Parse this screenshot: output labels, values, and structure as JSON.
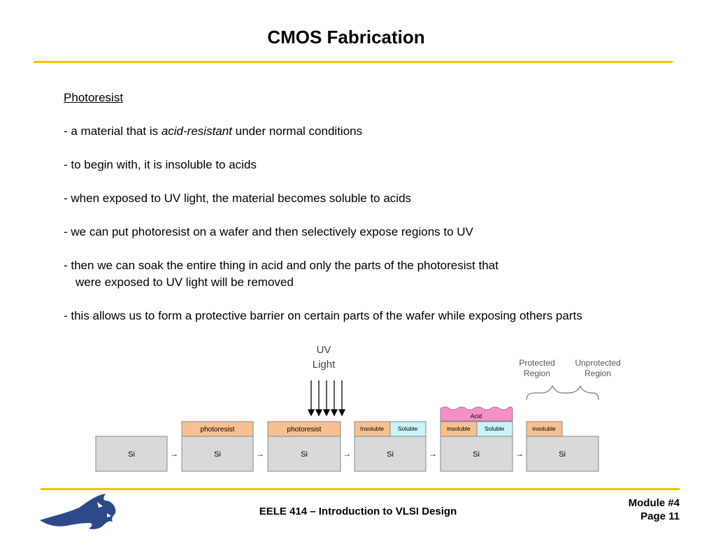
{
  "page": {
    "title": "CMOS Fabrication"
  },
  "content": {
    "heading": "Photoresist",
    "bullet1_pre": "- a material that is ",
    "bullet1_em": "acid-resistant",
    "bullet1_post": " under normal conditions",
    "bullet2": "- to begin with, it is insoluble to acids",
    "bullet3": "- when exposed to UV light, the material becomes soluble to acids",
    "bullet4": "- we can put photoresist on a wafer and then selectively expose regions to UV",
    "bullet5_line1": "- then we can soak the entire thing in acid and only the parts of the photoresist that",
    "bullet5_line2": "were exposed to UV light will be removed",
    "bullet6": "- this allows us to form a protective barrier on certain parts of the wafer while exposing others parts"
  },
  "diagram": {
    "uv_line1": "UV",
    "uv_line2": "Light",
    "protected_line1": "Protected",
    "protected_line2": "Region",
    "unprotected_line1": "Unprotected",
    "unprotected_line2": "Region",
    "si": "Si",
    "photoresist": "photoresist",
    "insoluble_cap": "Insoluble",
    "insoluble": "insoluble",
    "soluble": "Soluble",
    "acid": "Acid",
    "arrow": "→",
    "colors": {
      "silicon": "#d9d9d9",
      "photoresist": "#f9c08f",
      "soluble": "#c8f4f7",
      "acid": "#f78fc7",
      "rule": "#f2c500",
      "logo": "#2c4a8a"
    }
  },
  "footer": {
    "course": "EELE 414 – Introduction to VLSI Design",
    "module": "Module #4",
    "page": "Page 11"
  }
}
